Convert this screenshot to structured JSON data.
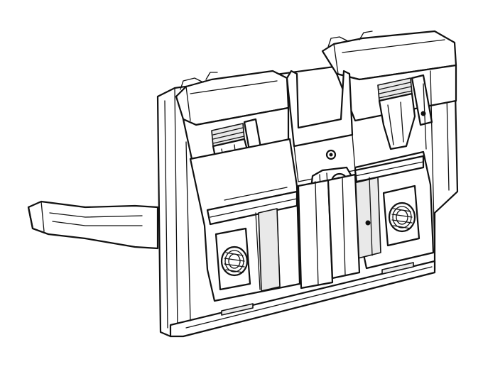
{
  "figure": {
    "kind": "technical line drawing",
    "background_color": "#ffffff",
    "line_color": "#111111",
    "icons": [
      "mounting-frame",
      "actuator-lever",
      "threaded-nut",
      "spring-clip",
      "connecting-rod"
    ]
  }
}
